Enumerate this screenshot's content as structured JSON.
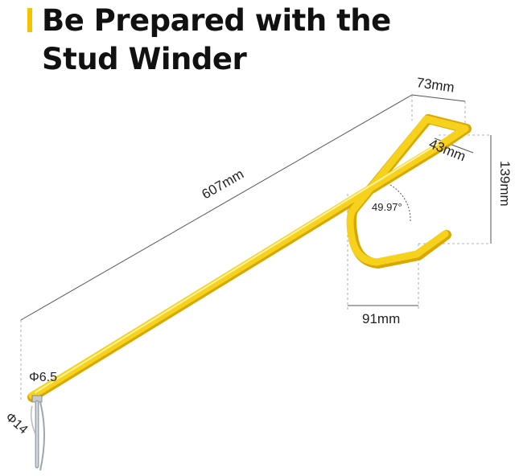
{
  "header": {
    "title_line1": "Be Prepared with the",
    "title_line2": "Stud Winder"
  },
  "dimensions": {
    "total_length": "607mm",
    "hook_top_width": "73mm",
    "hook_bar": "43mm",
    "hook_height": "139mm",
    "hook_bottom_width": "91mm",
    "angle": "49.97°",
    "rod_diameter": "Φ6.5",
    "tip_diameter": "Φ14"
  },
  "colors": {
    "accent": "#f5c400",
    "rod": "#f7d21c",
    "rod_shadow": "#d9a800",
    "dimension_line": "#555555"
  }
}
